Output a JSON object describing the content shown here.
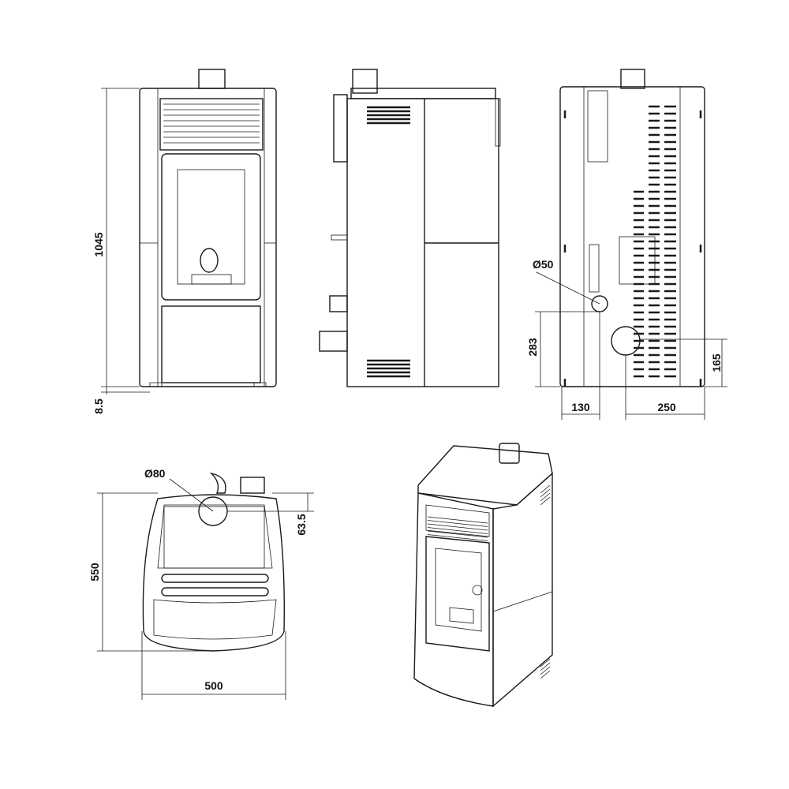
{
  "title": "Pellet stove dimensional drawing",
  "views": [
    "front",
    "side",
    "back",
    "top",
    "perspective"
  ],
  "dimensions": {
    "height": "1045",
    "foot_height": "8.5",
    "rear_outlet_diameter": "Ø50",
    "rear_outlet_height": "283",
    "flue_height_rear": "165",
    "rear_outlet_offset": "130",
    "flue_offset": "250",
    "flue_diameter": "Ø80",
    "flue_depth_offset": "63.5",
    "depth": "550",
    "width": "500"
  },
  "colors": {
    "line": "#1a1a1a",
    "background": "#ffffff"
  }
}
